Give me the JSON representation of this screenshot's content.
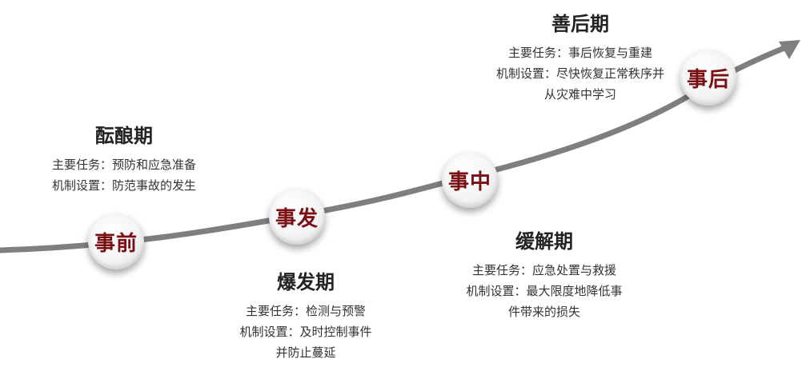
{
  "colors": {
    "curve": "#7f7f7f",
    "node_text": "#7a0f14",
    "title": "#222222",
    "body": "#333333"
  },
  "nodes": [
    {
      "label": "事前"
    },
    {
      "label": "事发"
    },
    {
      "label": "事中"
    },
    {
      "label": "事后"
    }
  ],
  "phases": [
    {
      "title": "酝酿期",
      "task": "主要任务：预防和应急准备",
      "mechanism": "机制设置：防范事故的发生",
      "extra": ""
    },
    {
      "title": "爆发期",
      "task": "主要任务：检测与预警",
      "mechanism": "机制设置：及时控制事件",
      "extra": "并防止蔓延"
    },
    {
      "title": "缓解期",
      "task": "主要任务：应急处置与救援",
      "mechanism": "机制设置：最大限度地降低事",
      "extra": "件带来的损失"
    },
    {
      "title": "善后期",
      "task": "主要任务：事后恢复与重建",
      "mechanism": "机制设置：尽快恢复正常秩序并",
      "extra": "从灾难中学习"
    }
  ]
}
